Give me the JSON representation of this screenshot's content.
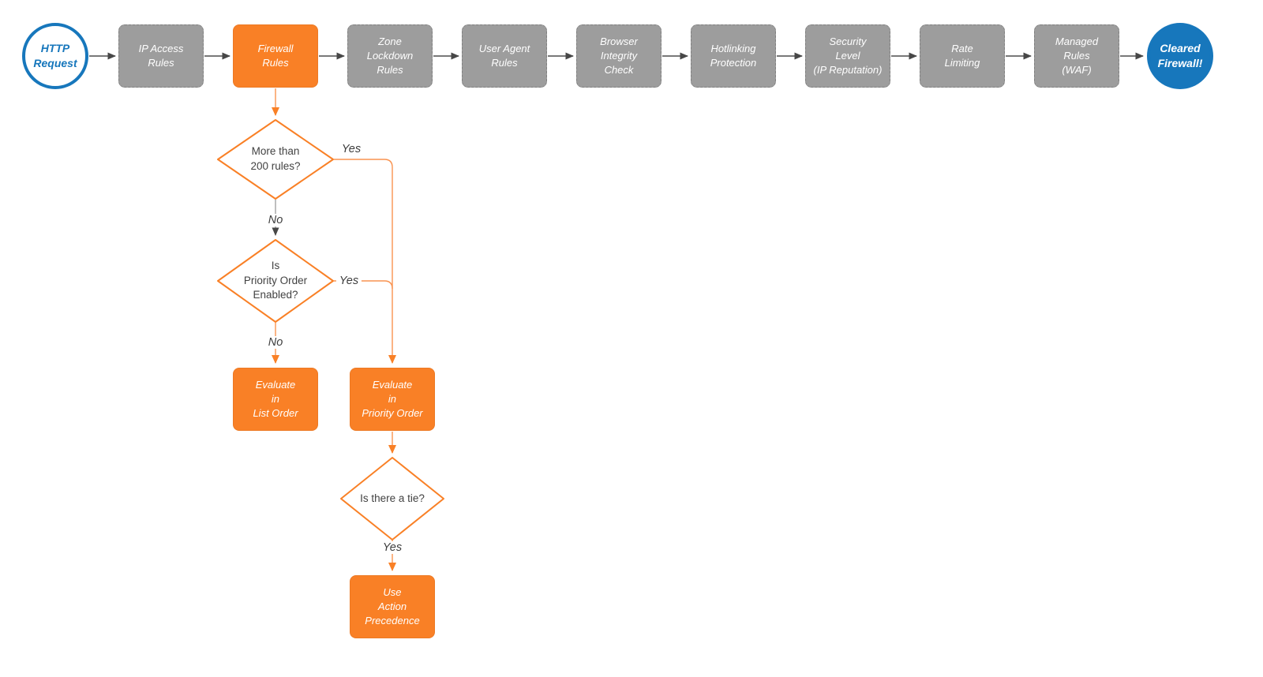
{
  "diagram": {
    "pipeline": [
      {
        "id": "http-request",
        "label": [
          "HTTP",
          "Request"
        ]
      },
      {
        "id": "ip-access-rules",
        "label": [
          "IP Access",
          "Rules"
        ]
      },
      {
        "id": "firewall-rules",
        "label": [
          "Firewall",
          "Rules"
        ]
      },
      {
        "id": "zone-lockdown-rules",
        "label": [
          "Zone",
          "Lockdown",
          "Rules"
        ]
      },
      {
        "id": "user-agent-rules",
        "label": [
          "User Agent",
          "Rules"
        ]
      },
      {
        "id": "browser-integrity-check",
        "label": [
          "Browser",
          "Integrity",
          "Check"
        ]
      },
      {
        "id": "hotlinking-protection",
        "label": [
          "Hotlinking",
          "Protection"
        ]
      },
      {
        "id": "security-level-ip-reputation",
        "label": [
          "Security",
          "Level",
          "(IP Reputation)"
        ]
      },
      {
        "id": "rate-limiting",
        "label": [
          "Rate",
          "Limiting"
        ]
      },
      {
        "id": "managed-rules-waf",
        "label": [
          "Managed",
          "Rules",
          "(WAF)"
        ]
      },
      {
        "id": "cleared-firewall",
        "label": [
          "Cleared",
          "Firewall!"
        ]
      }
    ],
    "decisions": [
      {
        "id": "more-than-200-rules",
        "label": [
          "More than",
          "200 rules?"
        ]
      },
      {
        "id": "priority-order-enabled",
        "label": [
          "Is",
          "Priority Order",
          "Enabled?"
        ]
      },
      {
        "id": "is-there-a-tie",
        "label": [
          "Is there a tie?"
        ]
      }
    ],
    "outcomes": [
      {
        "id": "evaluate-in-list-order",
        "label": [
          "Evaluate",
          "in",
          "List Order"
        ]
      },
      {
        "id": "evaluate-in-priority-order",
        "label": [
          "Evaluate",
          "in",
          "Priority Order"
        ]
      },
      {
        "id": "use-action-precedence",
        "label": [
          "Use",
          "Action",
          "Precedence"
        ]
      }
    ],
    "edge_labels": {
      "d1_yes": "Yes",
      "d1_no": "No",
      "d2_yes": "Yes",
      "d2_no": "No",
      "d3_yes": "Yes"
    },
    "colors": {
      "orange_node": "#F98026",
      "blue_node": "#1777BC",
      "gray_node": "#9D9D9D",
      "arrow_gray": "#474747",
      "orange_line": "#F98026",
      "node_text": "#FFFFFF",
      "decision_text": "#424242",
      "label_text": "#3D3D3D",
      "background": "#FFFFFF"
    }
  }
}
